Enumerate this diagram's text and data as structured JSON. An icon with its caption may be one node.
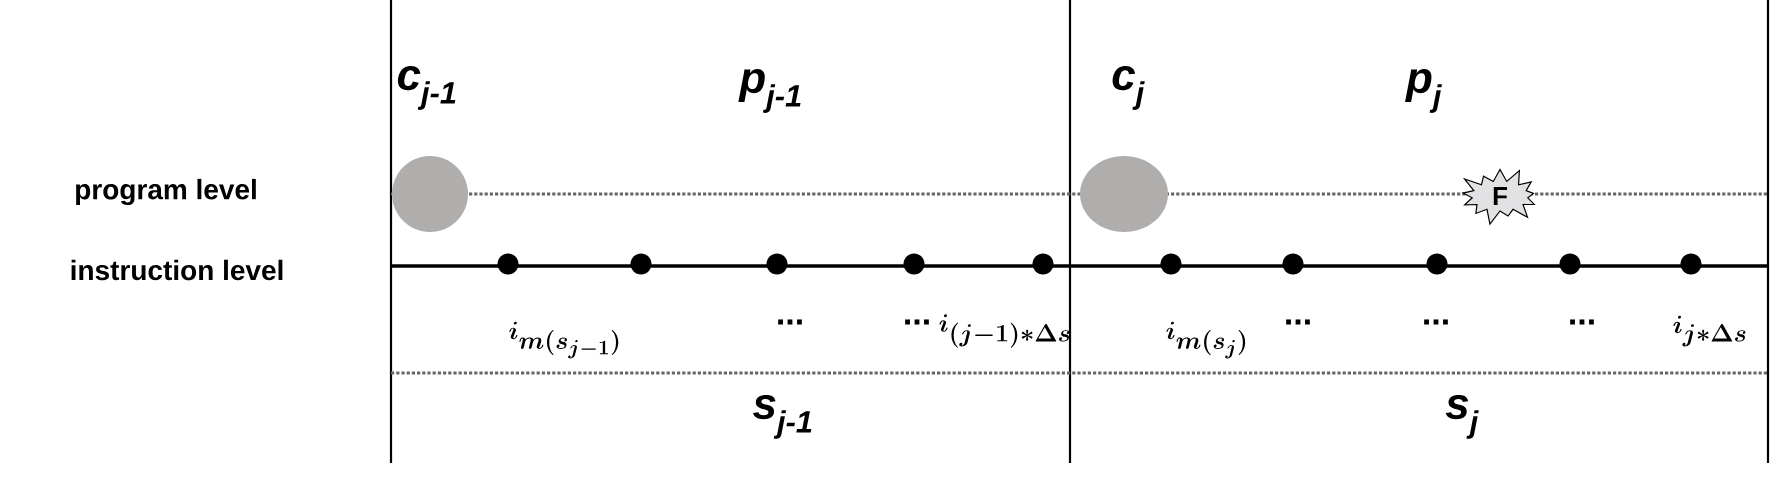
{
  "diagram": {
    "nodes": [
      {
        "text": [],
        "shape": "circle",
        "beside": [
          "c$_{j-1}$"
        ]
      },
      {
        "text": [],
        "shape": "circle",
        "beside": [
          "c$_{j}$"
        ]
      },
      {
        "text": [
          "F"
        ]
      }
    ],
    "labels": [
      "p$_{j-1}$",
      "p$_{j}$",
      "program level",
      "instruction level",
      "i_{m(s_{j-1})}",
      "...",
      "...",
      "i_{(j-1)*\\Delta s}",
      "i_{m(s_j)}",
      "...",
      "...",
      "...",
      "i_{j*\\Delta s}",
      "s$_{j-1}$",
      "s$_{j}$"
    ]
  }
}
